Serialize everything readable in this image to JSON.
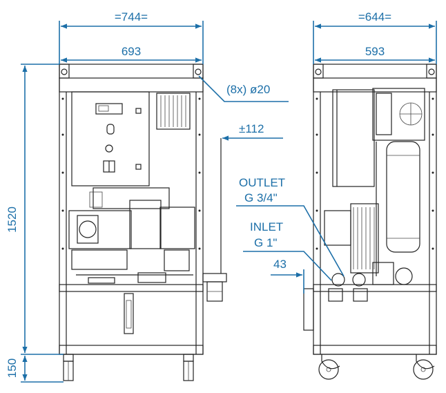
{
  "dimensions": {
    "front_outer_width": "=744=",
    "front_inner_width": "693",
    "side_outer_width": "=644=",
    "side_inner_width": "593",
    "total_height": "1520",
    "wheel_height": "150",
    "lifting_holes": "(8x) ø20",
    "pipe_offset": "±112",
    "inlet_offset": "43"
  },
  "labels": {
    "outlet_title": "OUTLET",
    "outlet_size": "G 3/4\"",
    "inlet_title": "INLET",
    "inlet_size": "G 1\""
  },
  "colors": {
    "dimension": "#1c6fa8",
    "outline": "#222222"
  }
}
